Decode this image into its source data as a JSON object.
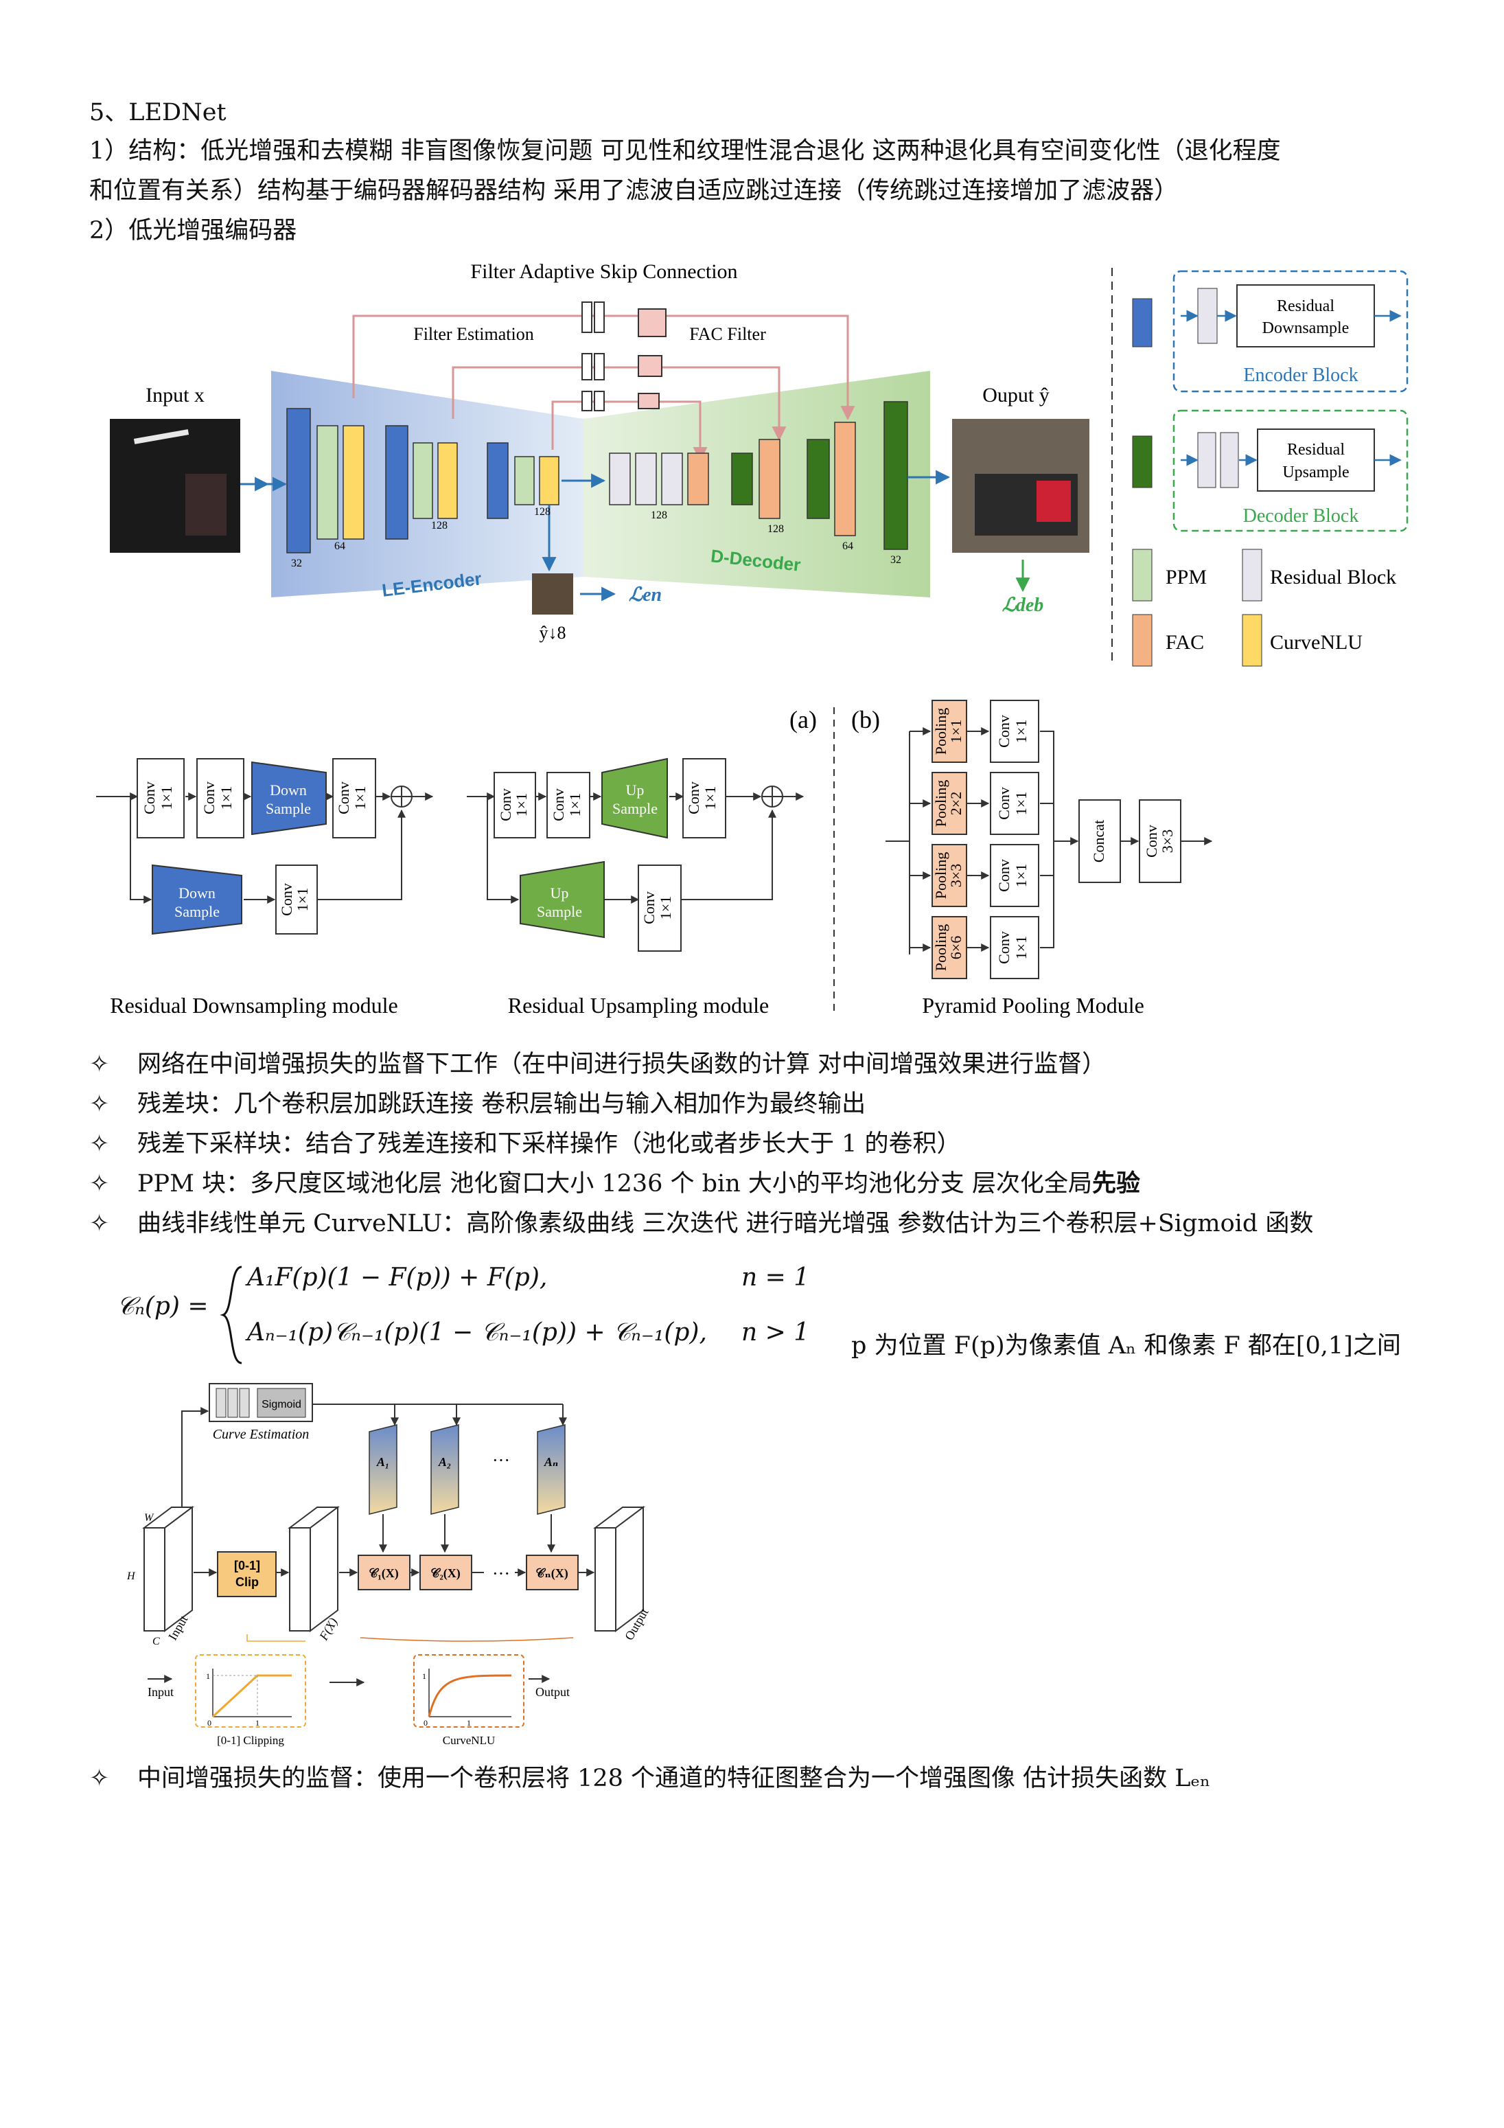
{
  "heading": "5、LEDNet",
  "para1_line1": "1）结构：低光增强和去模糊  非盲图像恢复问题  可见性和纹理性混合退化  这两种退化具有空间变化性（退化程度",
  "para1_line2": "和位置有关系）结构基于编码器解码器结构  采用了滤波自适应跳过连接（传统跳过连接增加了滤波器）",
  "para2": "2）低光增强编码器",
  "fig1": {
    "title": "Filter Adaptive Skip Connection",
    "filter_estimation": "Filter Estimation",
    "fac_filter": "FAC Filter",
    "input_label": "Input x",
    "output_label": "Ouput ŷ",
    "encoder_label": "LE-Encoder",
    "decoder_label": "D-Decoder",
    "ch32": "32",
    "ch64": "64",
    "ch128": "128",
    "loss_en": "ℒen",
    "loss_deb": "ℒdeb",
    "y_down": "ŷ↓8",
    "legend_res_down_1": "Residual",
    "legend_res_down_2": "Downsample",
    "legend_encoder_block": "Encoder Block",
    "legend_res_up_1": "Residual",
    "legend_res_up_2": "Upsample",
    "legend_decoder_block": "Decoder Block",
    "legend_ppm": "PPM",
    "legend_residual_block": "Residual Block",
    "legend_fac": "FAC",
    "legend_curvenlu": "CurveNLU",
    "colors": {
      "blue": "#4472c4",
      "green_light": "#c5e0b4",
      "yellow": "#ffd966",
      "salmon": "#f4b183",
      "green_dark": "#38761d",
      "grey_box": "#e7e6ef"
    }
  },
  "fig2": {
    "label_a": "(a)",
    "label_b": "(b)",
    "conv": "Conv",
    "k1": "1×1",
    "k3": "3×3",
    "down_sample_1": "Down",
    "down_sample_2": "Sample",
    "up_sample_1": "Up",
    "up_sample_2": "Sample",
    "pooling": "Pooling",
    "pool_sizes": [
      "1×1",
      "2×2",
      "3×3",
      "6×6"
    ],
    "concat": "Concat",
    "caption_down": "Residual Downsampling module",
    "caption_up": "Residual Upsampling module",
    "caption_ppm": "Pyramid Pooling Module"
  },
  "bullets": [
    "网络在中间增强损失的监督下工作（在中间进行损失函数的计算  对中间增强效果进行监督）",
    "残差块：几个卷积层加跳跃连接  卷积层输出与输入相加作为最终输出",
    "残差下采样块：结合了残差连接和下采样操作（池化或者步长大于 1 的卷积）",
    "PPM 块：多尺度区域池化层  池化窗口大小  1236 个 bin 大小的平均池化分支  层次化全局",
    "曲线非线性单元 CurveNLU：高阶像素级曲线  三次迭代  进行暗光增强  参数估计为三个卷积层+Sigmoid 函数"
  ],
  "bullet4_bold": "先验",
  "bullet_mark": "✧",
  "formula": {
    "lhs": "𝒞ₙ(p) =",
    "case1": "A₁F(p)(1 − F(p)) + F(p),",
    "cond1": "n = 1",
    "case2": "Aₙ₋₁(p)𝒞ₙ₋₁(p)(1 − 𝒞ₙ₋₁(p)) + 𝒞ₙ₋₁(p),",
    "cond2": "n > 1"
  },
  "formula_note": "p 为位置  F(p)为像素值  Aₙ 和像素 F 都在[0,1]之间",
  "fig3": {
    "sigmoid": "Sigmoid",
    "curve_estimation": "Curve Estimation",
    "clip_1": "[0-1]",
    "clip_2": "Clip",
    "w": "W",
    "h": "H",
    "c": "C",
    "input": "Input",
    "output": "Output",
    "fx": "F(X)",
    "a1": "A₁",
    "a2": "A₂",
    "an": "Aₙ",
    "c1": "𝒞₁(X)",
    "c2": "𝒞₂(X)",
    "cn": "𝒞ₙ(X)",
    "dots": "···",
    "one": "1",
    "zero": "0",
    "clipping_caption": "[0-1] Clipping",
    "curvenlu_caption": "CurveNLU"
  },
  "last_bullet": "中间增强损失的监督：使用一个卷积层将 128 个通道的特征图整合为一个增强图像  估计损失函数 Lₑₙ"
}
